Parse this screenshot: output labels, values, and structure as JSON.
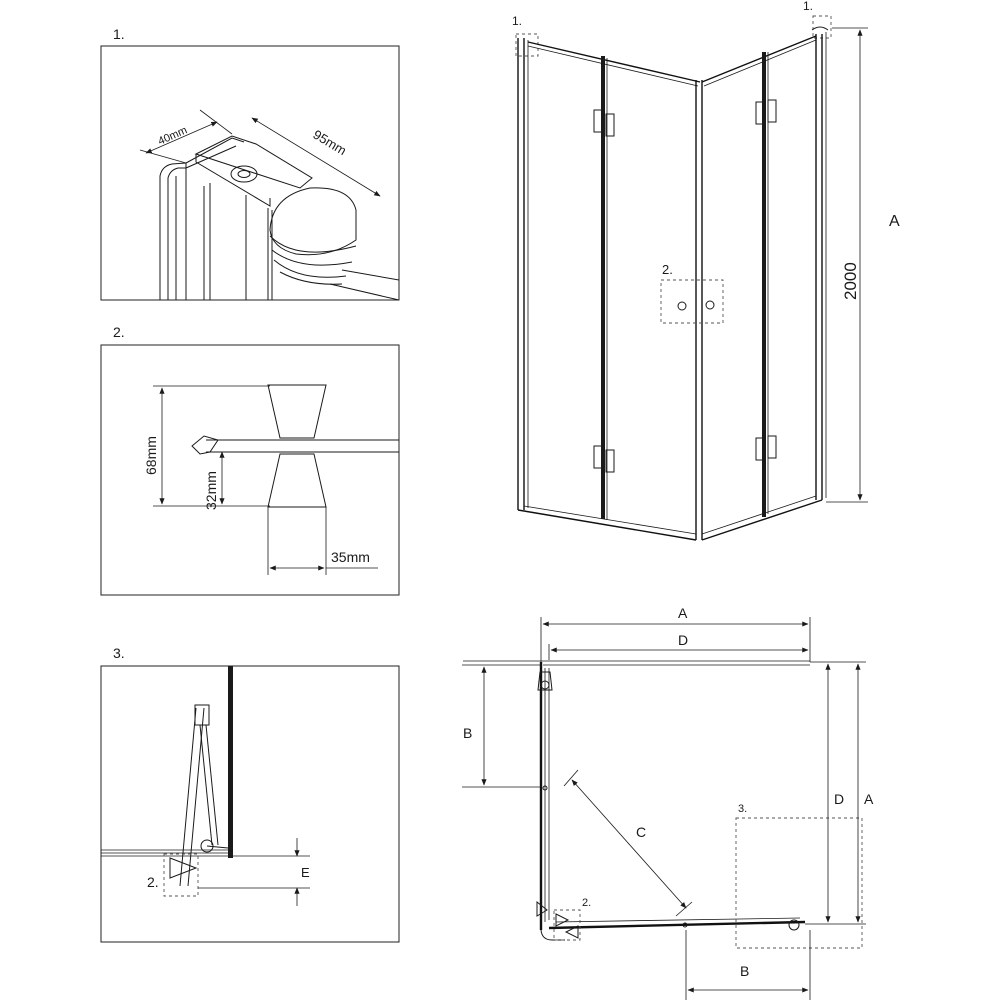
{
  "details": {
    "d1": {
      "number": "1.",
      "dim_width": "40mm",
      "dim_length": "95mm"
    },
    "d2": {
      "number": "2.",
      "dim_height": "68mm",
      "dim_offset": "32mm",
      "dim_width": "35mm"
    },
    "d3": {
      "number": "3.",
      "callout": "2.",
      "dim_label": "E"
    }
  },
  "front_view": {
    "callout_top_left": "1.",
    "callout_top_right": "1.",
    "callout_handle": "2.",
    "height_value": "2000",
    "height_label": "A"
  },
  "plan_view": {
    "top_outer": "A",
    "top_inner": "D",
    "left_dim": "B",
    "diagonal": "C",
    "right_inner": "D",
    "right_outer": "A",
    "bottom_dim": "B",
    "callout_detail3": "3.",
    "callout_detail2": "2."
  },
  "colors": {
    "line": "#1a1a1a",
    "dashed": "#555555"
  }
}
